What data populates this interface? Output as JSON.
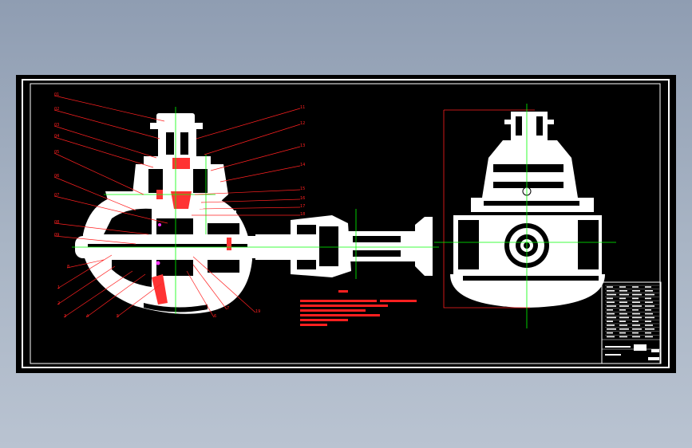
{
  "colors": {
    "background": "#000000",
    "frame": "#ffffff",
    "leader": "#ff2020",
    "centerline": "#00ff00",
    "part_fill": "#ffffff",
    "highlight": "#ff3333",
    "accent": "#ff33ff"
  },
  "section_view": {
    "upper_labels": [
      "01",
      "02",
      "03",
      "04",
      "05",
      "06",
      "07",
      "08",
      "09"
    ],
    "right_labels": [
      "11",
      "12",
      "13",
      "14",
      "15",
      "16",
      "17",
      "18",
      "19"
    ],
    "bottom_labels": [
      "1",
      "2",
      "3",
      "4",
      "5",
      "6",
      "7",
      "8"
    ]
  },
  "title_block": {
    "rows": 14
  }
}
